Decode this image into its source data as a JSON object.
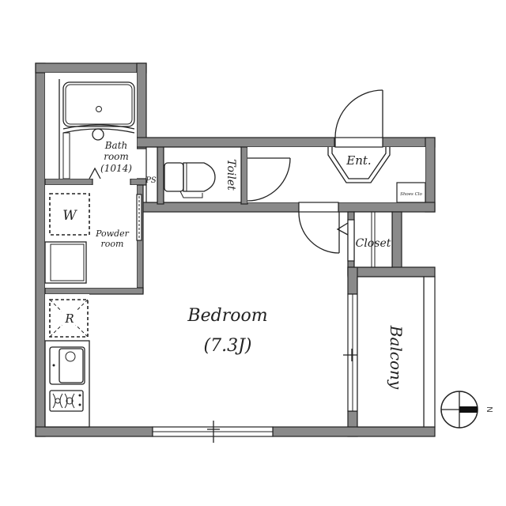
{
  "plan": {
    "rooms": {
      "bath": {
        "line1": "Bath",
        "line2": "room",
        "line3": "(1014)"
      },
      "ps": "PS",
      "toilet": "Toilet",
      "entrance": "Ent.",
      "shoes_closet": "Shoes Clo",
      "washer": "W",
      "powder": {
        "line1": "Powder",
        "line2": "room"
      },
      "closet": "Closet",
      "refrigerator": "R",
      "bedroom": {
        "line1": "Bedroom",
        "line2": "(7.3J)"
      },
      "balcony": "Balcony"
    },
    "compass": {
      "label": "N"
    },
    "colors": {
      "wall": "#8a8a8a",
      "line": "#222222",
      "floor": "#ffffff"
    }
  }
}
